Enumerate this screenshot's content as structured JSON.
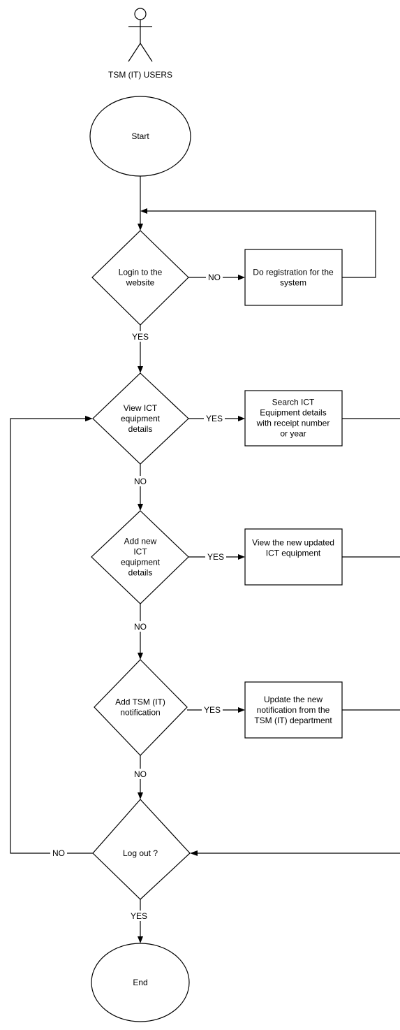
{
  "actor": {
    "label": "TSM (IT) USERS"
  },
  "nodes": {
    "start": [
      "Start"
    ],
    "login": [
      "Login to the",
      "website"
    ],
    "registration": [
      "Do registration for the",
      "system"
    ],
    "view_ict": [
      "View ICT",
      "equipment",
      "details"
    ],
    "search_ict": [
      "Search ICT",
      "Equipment details",
      "with receipt number",
      "or year"
    ],
    "add_ict": [
      "Add new",
      "ICT",
      "equipment",
      "details"
    ],
    "view_updated": [
      "View the new updated",
      "ICT equipment"
    ],
    "add_notification": [
      "Add TSM (IT)",
      "notification"
    ],
    "update_notification": [
      "Update the new",
      "notification from the",
      "TSM (IT) department"
    ],
    "logout": [
      "Log out ?"
    ],
    "end": [
      "End"
    ]
  },
  "edge_labels": {
    "login_no": "NO",
    "login_yes": "YES",
    "view_ict_yes": "YES",
    "view_ict_no": "NO",
    "add_ict_yes": "YES",
    "add_ict_no": "NO",
    "add_notification_yes": "YES",
    "add_notification_no": "NO",
    "logout_no": "NO",
    "logout_yes": "YES"
  }
}
